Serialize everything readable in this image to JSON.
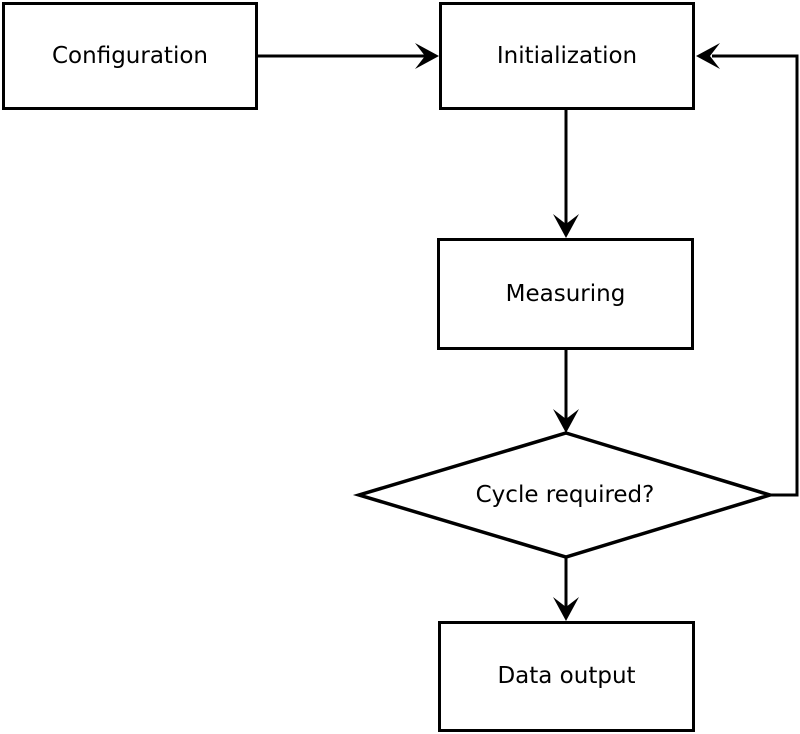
{
  "diagram": {
    "type": "flowchart",
    "background_color": "#ffffff",
    "line_color": "#000000",
    "nodes": {
      "configuration": {
        "label": "Configuration",
        "shape": "rectangle"
      },
      "initialization": {
        "label": "Initialization",
        "shape": "rectangle"
      },
      "measuring": {
        "label": "Measuring",
        "shape": "rectangle"
      },
      "cycle_required": {
        "label": "Cycle required?",
        "shape": "diamond"
      },
      "data_output": {
        "label": "Data output",
        "shape": "rectangle"
      }
    },
    "edges": [
      {
        "from": "configuration",
        "to": "initialization",
        "style": "arrow"
      },
      {
        "from": "initialization",
        "to": "measuring",
        "style": "arrow"
      },
      {
        "from": "measuring",
        "to": "cycle_required",
        "style": "arrow"
      },
      {
        "from": "cycle_required",
        "to": "data_output",
        "style": "arrow"
      },
      {
        "from": "cycle_required",
        "to": "initialization",
        "style": "arrow",
        "route": "right-side-loop"
      }
    ]
  }
}
